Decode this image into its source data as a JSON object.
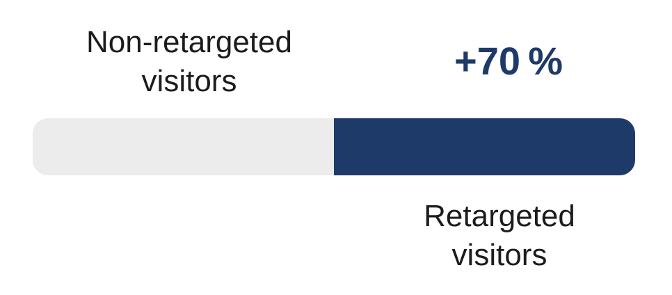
{
  "chart_data": {
    "type": "bar",
    "orientation": "horizontal",
    "title": "",
    "annotation": "+70 %",
    "segments": [
      {
        "label": "Non-retargeted visitors",
        "color": "#ececec",
        "width_pct": 50
      },
      {
        "label": "Retargeted visitors",
        "color": "#1e3a68",
        "width_pct": 50
      }
    ],
    "legend_position": "segment labels above-left and below-right of bar",
    "grid": false
  },
  "labels": {
    "non_retargeted": {
      "line1": "Non-retargeted",
      "line2": "visitors"
    },
    "retargeted": {
      "line1": "Retargeted",
      "line2": "visitors"
    },
    "uplift": "+70 %"
  },
  "colors": {
    "navy": "#1e3a68",
    "light_gray": "#ececec",
    "text": "#1c1c1c",
    "background": "#ffffff"
  }
}
